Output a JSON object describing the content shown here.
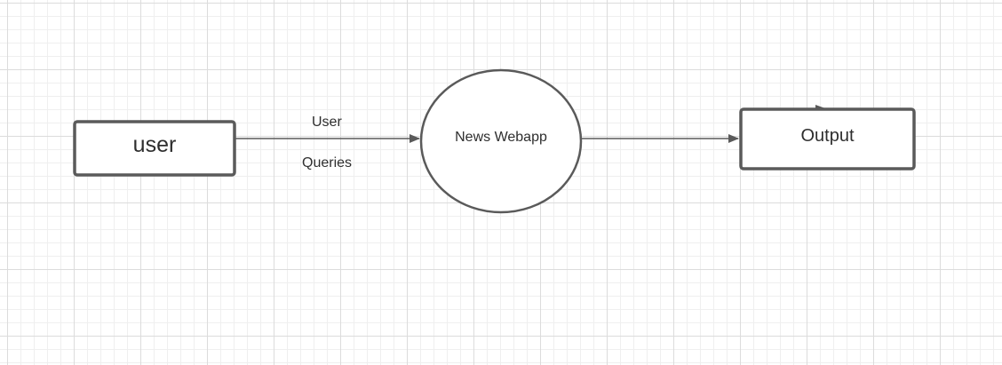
{
  "nodes": {
    "user": {
      "label": "user"
    },
    "webapp": {
      "label": "News Webapp"
    },
    "output": {
      "label": "Output"
    }
  },
  "edges": {
    "user_to_webapp": {
      "label_top": "User",
      "label_bottom": "Queries"
    }
  },
  "colors": {
    "stroke": "#5a5a5a",
    "text": "#2e2e2e",
    "background": "#ffffff",
    "grid": "#dcdcdc"
  }
}
